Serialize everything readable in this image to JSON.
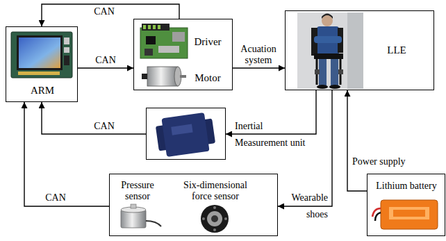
{
  "diagram": {
    "nodes": [
      {
        "text": [
          "ARM"
        ]
      },
      {
        "text": [
          "Driver",
          "Motor"
        ]
      },
      {
        "text": [
          "LLE"
        ]
      },
      {
        "text": [
          "Inertial Measurement unit"
        ]
      },
      {
        "text": [
          "Pressure sensor",
          "Six-dimensional force sensor"
        ]
      },
      {
        "text": [
          "Lithium battery"
        ]
      }
    ],
    "edges": [
      {
        "from": 0,
        "to": 1,
        "label": "CAN",
        "arrow": "to"
      },
      {
        "from": 1,
        "to": 0,
        "label": "CAN",
        "arrow": "to"
      },
      {
        "from": 1,
        "to": 2,
        "label": "Acuation system",
        "arrow": "to"
      },
      {
        "from": 2,
        "to": 3,
        "arrow": "to"
      },
      {
        "from": 3,
        "to": 0,
        "label": "CAN",
        "arrow": "to"
      },
      {
        "from": 2,
        "to": 4,
        "label": "Wearable shoes",
        "arrow": "to"
      },
      {
        "from": 4,
        "to": 0,
        "label": "CAN",
        "arrow": "to"
      },
      {
        "from": 5,
        "to": 2,
        "label": "Power supply",
        "arrow": "to"
      }
    ]
  }
}
